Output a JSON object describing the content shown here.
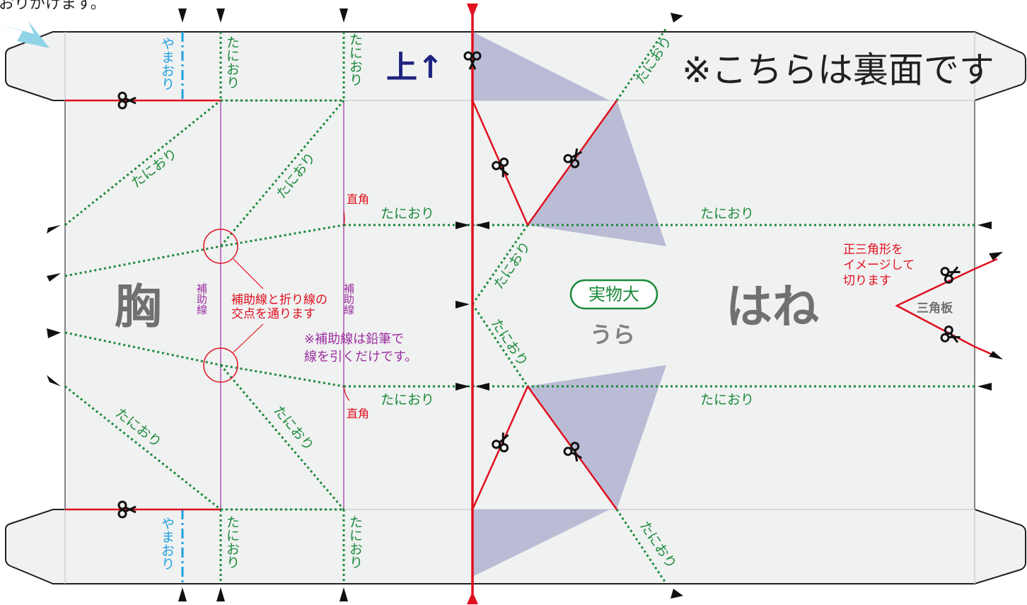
{
  "colors": {
    "paper": "#f0f1f1",
    "outline": "#231f20",
    "valley_fold": "#1a8a3a",
    "mountain_fold": "#1ea0e0",
    "cut": "#e0101e",
    "guide": "#9b2fa0",
    "wing": "#babcd6",
    "navy": "#1f2380"
  },
  "header": {
    "top_fragment": "おりがけます。",
    "back_side_note": "※こちらは裏面です",
    "up_label": "上↑"
  },
  "labels": {
    "valley_fold": "たにおり",
    "mountain_fold": "やまおり",
    "right_angle": "直角",
    "guide_line": "補助線",
    "chest": "胸",
    "wings": "はね",
    "actual_size": "実物大",
    "back": "うら",
    "triangle_board": "三角板"
  },
  "notes": {
    "intersection_line1": "補助線と折り線の",
    "intersection_line2": "交点を通ります",
    "pencil_line1": "※補助線は鉛筆で",
    "pencil_line2": "線を引くだけです。",
    "triangle_line1": "正三角形を",
    "triangle_line2": "イメージして",
    "triangle_line3": "切ります"
  },
  "icons": {
    "scissors": "scissors-icon",
    "arrow": "triangle-marker-icon"
  }
}
